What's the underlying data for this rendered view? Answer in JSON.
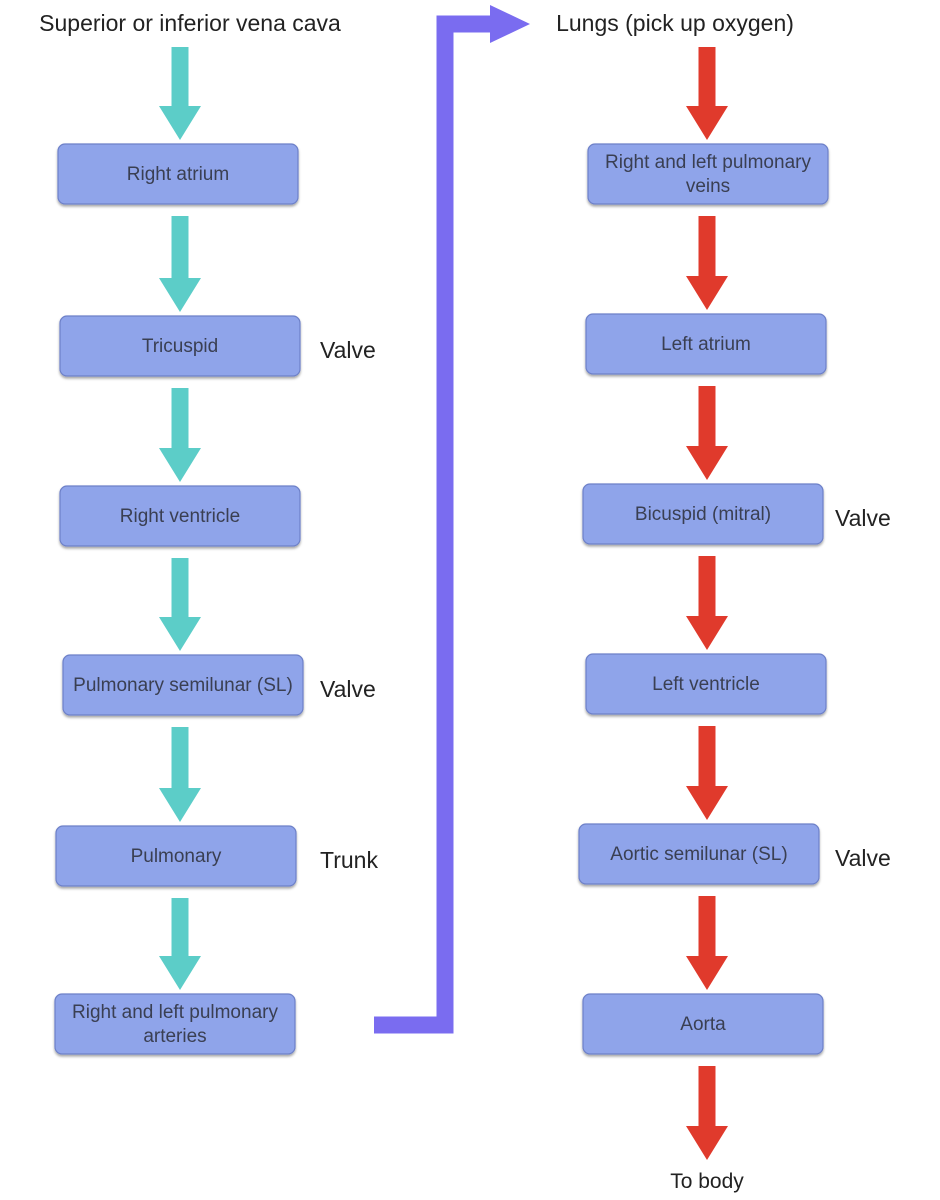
{
  "colors": {
    "box_fill": "#8fa4ea",
    "box_stroke": "#6d80c8",
    "deoxygenated_arrow": "#5ccdc8",
    "oxygenated_arrow": "#e03a2c",
    "connector_arrow": "#7a6cf0"
  },
  "left_column": {
    "heading": "Superior or inferior vena cava",
    "steps": [
      {
        "label": "Right atrium",
        "note": ""
      },
      {
        "label": "Tricuspid",
        "note": "Valve"
      },
      {
        "label": "Right ventricle",
        "note": ""
      },
      {
        "label": "Pulmonary semilunar (SL)",
        "note": "Valve"
      },
      {
        "label": "Pulmonary",
        "note": "Trunk"
      },
      {
        "label": "Right and left pulmonary arteries",
        "note": ""
      }
    ]
  },
  "right_column": {
    "heading": "Lungs (pick up oxygen)",
    "steps": [
      {
        "label": "Right and left pulmonary veins",
        "note": ""
      },
      {
        "label": "Left atrium",
        "note": ""
      },
      {
        "label": "Bicuspid (mitral)",
        "note": "Valve"
      },
      {
        "label": "Left ventricle",
        "note": ""
      },
      {
        "label": "Aortic semilunar (SL)",
        "note": "Valve"
      },
      {
        "label": "Aorta",
        "note": ""
      }
    ],
    "footer": "To body"
  }
}
